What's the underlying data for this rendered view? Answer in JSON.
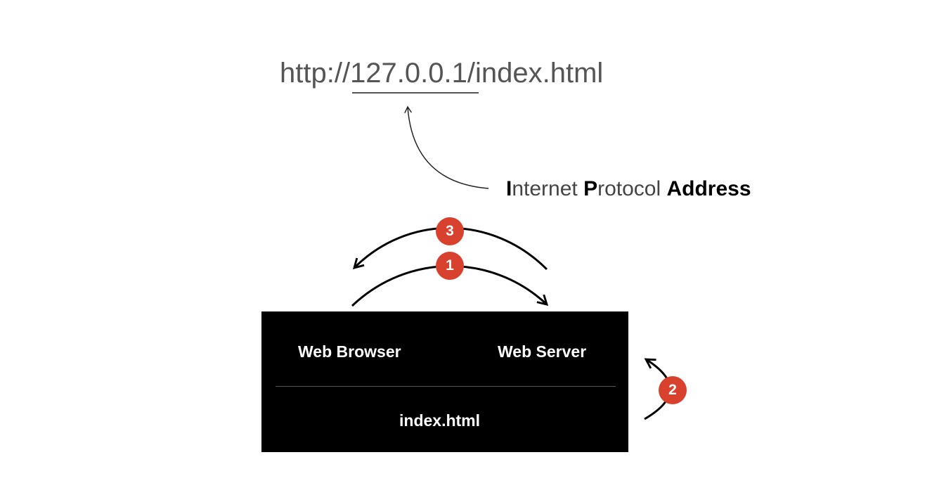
{
  "url": {
    "prefix": "http://",
    "ip": "127.0.0.1",
    "suffix": "/index.html"
  },
  "ip_label": {
    "i_initial": "I",
    "i_rest": "nternet ",
    "p_initial": "P",
    "p_rest": "rotocol ",
    "address": "Address"
  },
  "box": {
    "browser": "Web Browser",
    "server": "Web Server",
    "file": "index.html"
  },
  "steps": {
    "one": "1",
    "two": "2",
    "three": "3"
  },
  "colors": {
    "badge": "#d9412f",
    "box": "#000000",
    "text_url": "#555555"
  }
}
